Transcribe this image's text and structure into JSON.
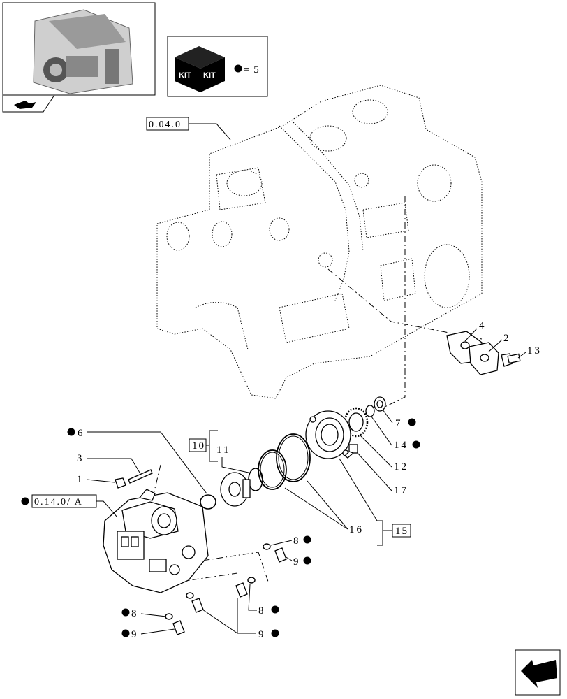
{
  "kit": {
    "label_left": "KIT",
    "label_right": "KIT",
    "equals": "= 5"
  },
  "refs": {
    "engine_block": "0.04.0",
    "pump_ref": "0.14.0/ A",
    "group10": "10",
    "group15": "15"
  },
  "labels": {
    "p1": "1",
    "p2": "2",
    "p3": "3",
    "p4": "4",
    "p6": "6",
    "p7": "7",
    "p8a": "8",
    "p8b": "8",
    "p8c": "8",
    "p9a": "9",
    "p9b": "9",
    "p9c": "9",
    "p11": "11",
    "p12": "12",
    "p13": "13",
    "p14": "14",
    "p16": "16",
    "p17": "17"
  },
  "icons": [
    "engine-thumbnail-icon",
    "kit-box-icon",
    "bullet-icon",
    "nav-back-icon",
    "nav-arrow-icon"
  ]
}
